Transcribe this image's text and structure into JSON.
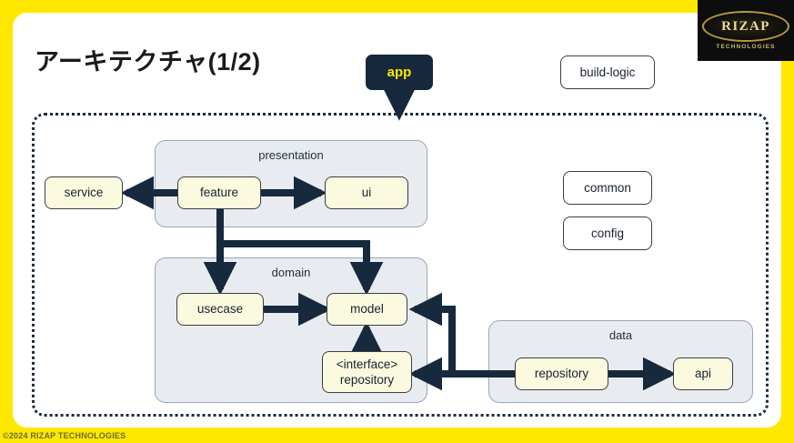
{
  "slide": {
    "title": "アーキテクチャ(1/2)",
    "footer": "©2024 RIZAP TECHNOLOGIES",
    "background_color": "#FFE800",
    "card_color": "#FFFFFF"
  },
  "logo": {
    "word": "RIZAP",
    "subtitle": "TECHNOLOGIES",
    "background_color": "#0D0D0D",
    "text_color": "#E9D9A1"
  },
  "colors": {
    "accent_yellow": "#FFE800",
    "node_cream": "#FBFADF",
    "group_fill": "#E8ECF0",
    "connector_dark": "#16293D",
    "border_dark": "#3A3F45"
  },
  "nodes": {
    "app": "app",
    "build_logic": "build-logic",
    "service": "service",
    "feature": "feature",
    "ui": "ui",
    "usecase": "usecase",
    "model": "model",
    "interface_repository_line1": "<interface>",
    "interface_repository_line2": "repository",
    "data_repository": "repository",
    "api": "api",
    "common": "common",
    "config": "config"
  },
  "groups": {
    "presentation": "presentation",
    "domain": "domain",
    "data": "data"
  },
  "edges": [
    {
      "from": "app",
      "to": "boundary",
      "direction": "down"
    },
    {
      "from": "feature",
      "to": "service",
      "direction": "left"
    },
    {
      "from": "feature",
      "to": "ui",
      "direction": "right"
    },
    {
      "from": "feature",
      "to": "usecase",
      "direction": "down"
    },
    {
      "from": "feature",
      "to": "model",
      "direction": "down"
    },
    {
      "from": "usecase",
      "to": "model",
      "direction": "right"
    },
    {
      "from": "interface-repository",
      "to": "model",
      "direction": "up"
    },
    {
      "from": "data-repository",
      "to": "model",
      "direction": "left"
    },
    {
      "from": "data-repository",
      "to": "interface-repository",
      "direction": "left"
    },
    {
      "from": "data-repository",
      "to": "api",
      "direction": "right"
    }
  ]
}
